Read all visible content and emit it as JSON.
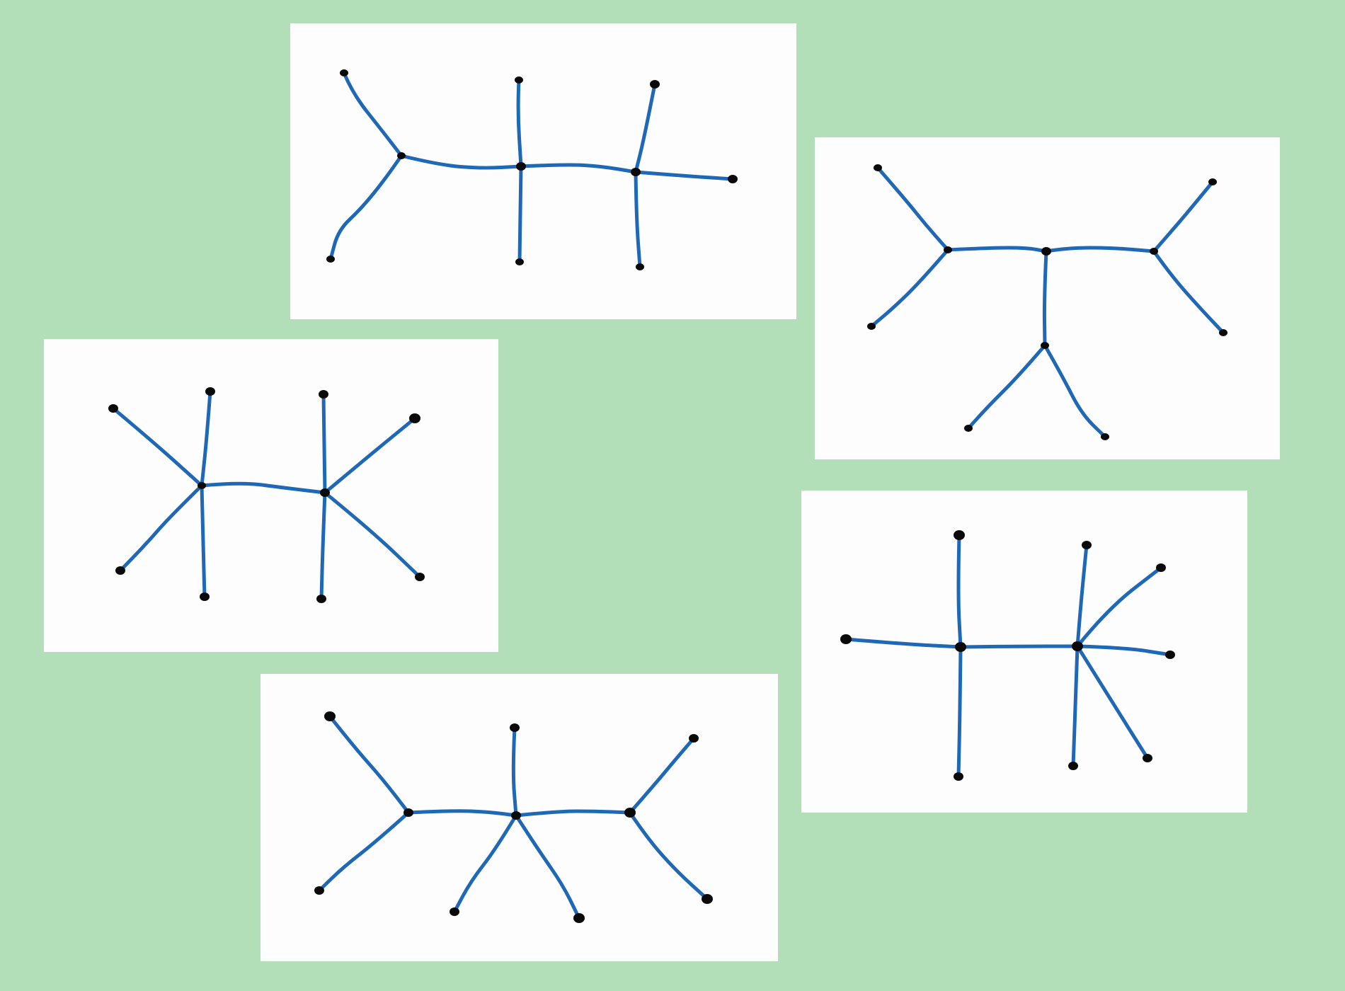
{
  "colors": {
    "background": "#b2dfb8",
    "card": "#fdfdfd",
    "edge": "#1f68b5",
    "node": "#0a0a0a"
  },
  "trees": [
    {
      "id": "tree-1",
      "vertex_count": 10,
      "edge_count": 9
    },
    {
      "id": "tree-2",
      "vertex_count": 10,
      "edge_count": 9
    },
    {
      "id": "tree-3",
      "vertex_count": 10,
      "edge_count": 9
    },
    {
      "id": "tree-4",
      "vertex_count": 10,
      "edge_count": 9
    },
    {
      "id": "tree-5",
      "vertex_count": 10,
      "edge_count": 9
    }
  ]
}
